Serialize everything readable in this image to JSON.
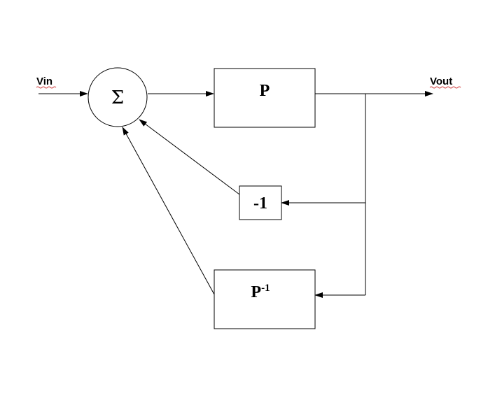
{
  "input": {
    "label": "Vin"
  },
  "output": {
    "label": "Vout"
  },
  "summer": {
    "symbol": "Σ"
  },
  "blocks": {
    "plant": {
      "label": "P"
    },
    "negate": {
      "label": "-1"
    },
    "inverse": {
      "base": "P",
      "superscript": "-1"
    }
  },
  "colors": {
    "line": "#000000",
    "spellcheck_underline": "#d04040"
  }
}
